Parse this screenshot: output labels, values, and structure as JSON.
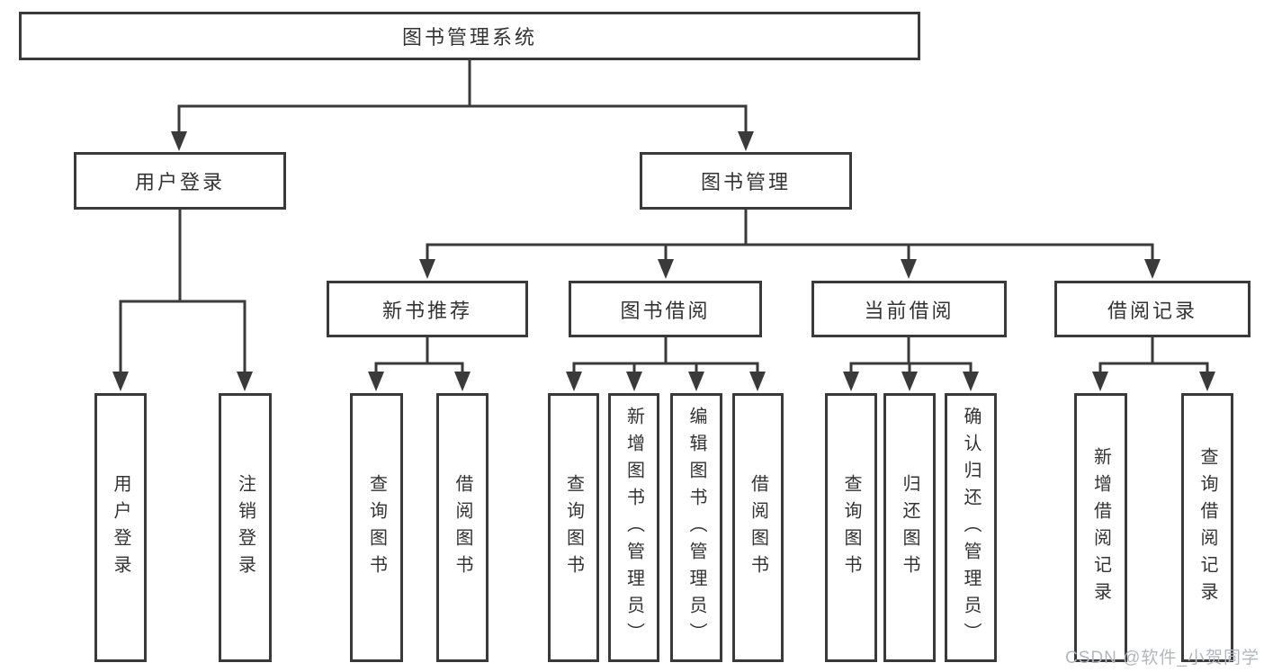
{
  "diagram": {
    "root": {
      "label": "图书管理系统"
    },
    "level2": [
      {
        "label": "用户登录"
      },
      {
        "label": "图书管理"
      }
    ],
    "level3": [
      {
        "label": "新书推荐"
      },
      {
        "label": "图书借阅"
      },
      {
        "label": "当前借阅"
      },
      {
        "label": "借阅记录"
      }
    ],
    "leaves": {
      "user_login": [
        "用户登录",
        "注销登录"
      ],
      "new_book": [
        "查询图书",
        "借阅图书"
      ],
      "book_borrowing": [
        "查询图书",
        "新增图书（管理员）",
        "编辑图书（管理员）",
        "借阅图书"
      ],
      "current_borrowing": [
        "查询图书",
        "归还图书",
        "确认归还（管理员）"
      ],
      "borrowing_records": [
        "新增借阅记录",
        "查询借阅记录"
      ]
    }
  },
  "watermark": {
    "text": "CSDN @软件_小贺同学"
  },
  "colors": {
    "line": "#3a3a3a",
    "text": "#333333",
    "watermark": "#b3b7bd",
    "background": "#ffffff"
  }
}
